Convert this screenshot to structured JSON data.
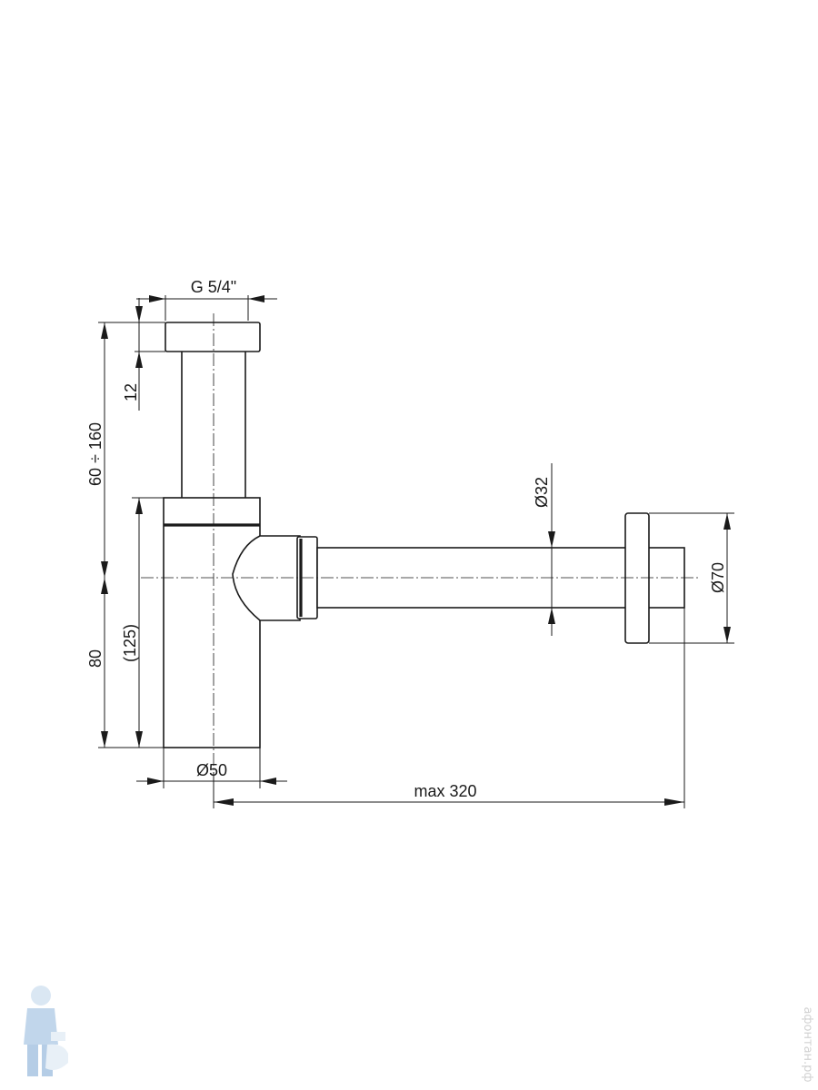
{
  "dimensions": {
    "thread": "G 5/4\"",
    "cap_height": "12",
    "height_range": "60 ÷ 160",
    "outlet_height": "80",
    "body_height": "(125)",
    "body_diameter": "Ø50",
    "pipe_diameter": "Ø32",
    "flange_diameter": "Ø70",
    "max_length": "max 320"
  },
  "watermark": {
    "site": "афонтан.рф",
    "logo": "plumber-mascot"
  }
}
